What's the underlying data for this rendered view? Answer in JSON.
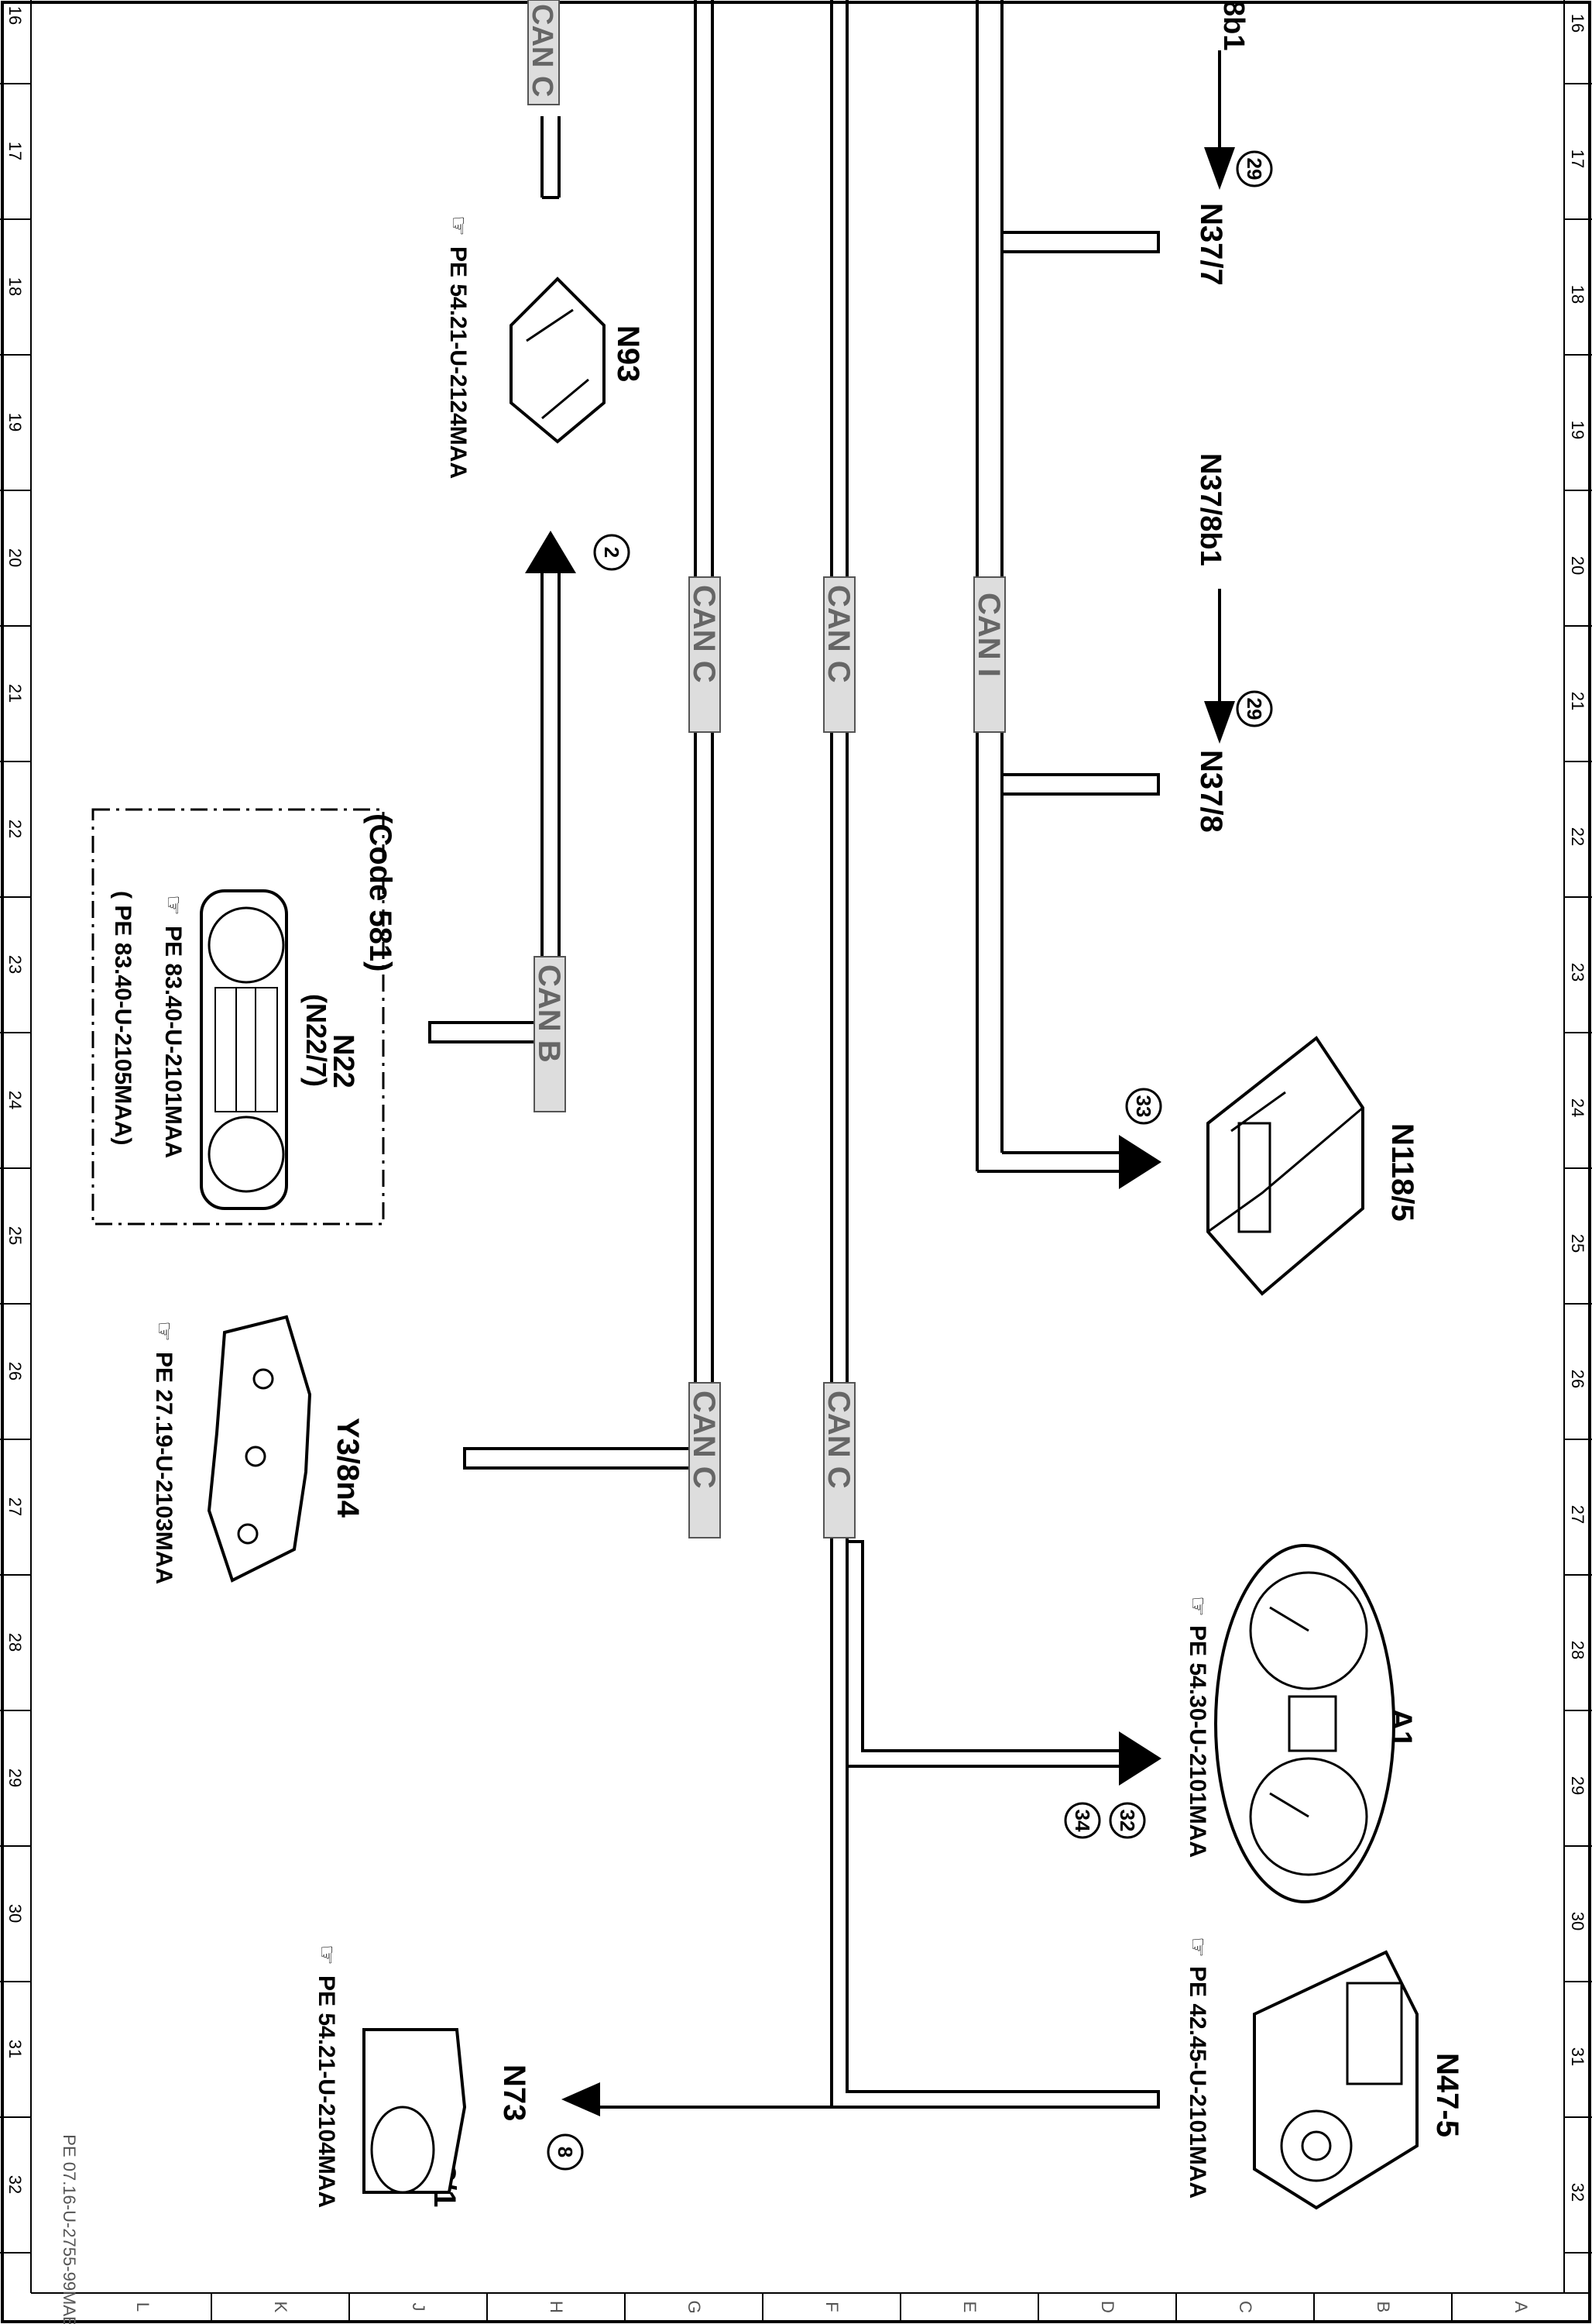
{
  "drawing_id": "PE 07.16-U-2755-99MAB",
  "column_numbers": [
    "16",
    "17",
    "18",
    "19",
    "20",
    "21",
    "22",
    "23",
    "24",
    "25",
    "26",
    "27",
    "28",
    "29",
    "30",
    "31",
    "32"
  ],
  "row_letters": [
    "A",
    "B",
    "C",
    "D",
    "E",
    "F",
    "G",
    "H",
    "J",
    "K",
    "L"
  ],
  "bus_labels": {
    "can_c": "CAN C",
    "can_i": "CAN I",
    "can_b": "CAN B"
  },
  "components": {
    "n93": {
      "name": "N93",
      "ref": "PE 54.21-U-2124MAA",
      "bubble": "2"
    },
    "n22": {
      "code": "(Code 581)",
      "name": "N22",
      "alt": "(N22/7)",
      "ref1": "PE 83.40-U-2101MAA",
      "ref2": "(     PE 83.40-U-2105MAA)"
    },
    "y3": {
      "name": "Y3/8n4",
      "ref": "PE 27.19-U-2103MAA"
    },
    "n73": {
      "name": "N73",
      "bubble": "8"
    },
    "a8": {
      "name": "A8/1",
      "ref": "PE 54.21-U-2104MAA"
    },
    "n37_7": {
      "source": "8b1",
      "target": "N37/7",
      "bubble": "29"
    },
    "n37_8": {
      "source": "N37/8b1",
      "target": "N37/8",
      "bubble": "29"
    },
    "n118": {
      "name": "N118/5",
      "bubble": "33"
    },
    "a1": {
      "name": "A1",
      "ref": "PE 54.30-U-2101MAA",
      "bubble1": "32",
      "bubble2": "34"
    },
    "n47": {
      "name": "N47-5",
      "ref": "PE 42.45-U-2101MAA"
    }
  },
  "colors": {
    "ink": "#000000",
    "label_bg": "#dddddd",
    "label_text": "#666666"
  }
}
